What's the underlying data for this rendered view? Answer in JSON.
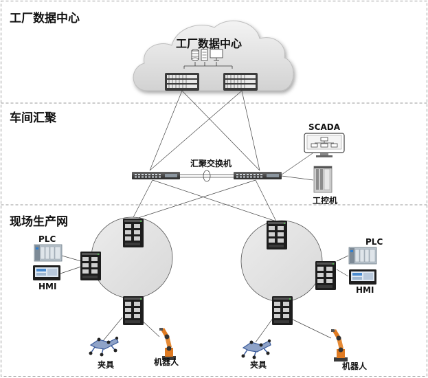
{
  "zones": {
    "datacenter_title": "工厂数据中心",
    "aggregation_title": "车间汇聚",
    "field_title": "现场生产网"
  },
  "cloud": {
    "title": "工厂数据中心"
  },
  "aggregation": {
    "switch_label": "汇聚交换机",
    "scada_label": "SCADA",
    "ipc_label": "工控机"
  },
  "left_ring": {
    "plc_label": "PLC",
    "hmi_label": "HMI",
    "fixture_label": "夹具",
    "robot_label": "机器人"
  },
  "right_ring": {
    "plc_label": "PLC",
    "hmi_label": "HMI",
    "fixture_label": "夹具",
    "robot_label": "机器人"
  },
  "colors": {
    "border_dash": "#9a9a9a",
    "cloud_fill": "#e6e6e6",
    "ring_fill": "#e3e3e3",
    "robot_orange": "#e07b22",
    "fixture_blue": "#3a5a9a"
  }
}
